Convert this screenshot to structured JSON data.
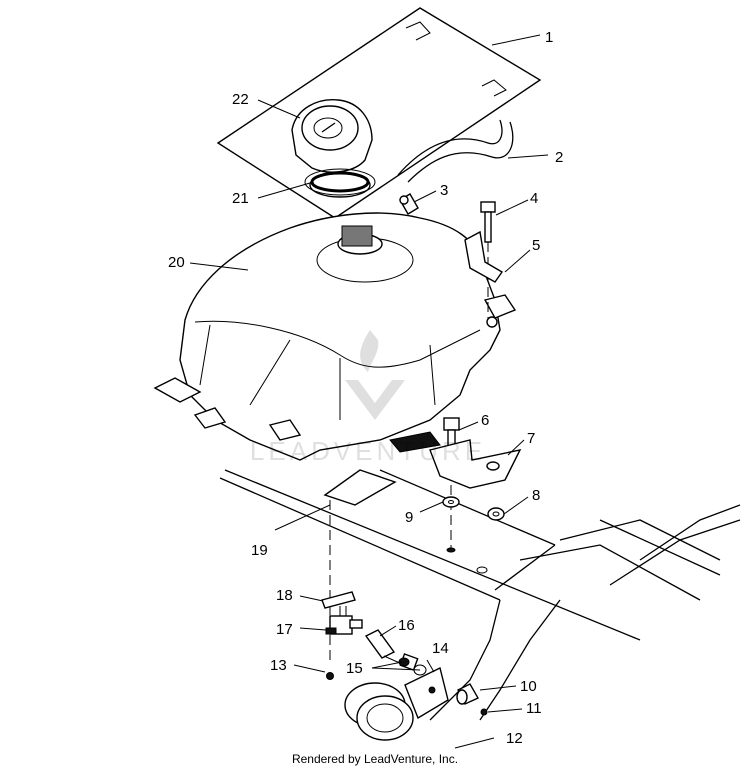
{
  "callouts": [
    {
      "label": "1"
    },
    {
      "label": "2"
    },
    {
      "label": "3"
    },
    {
      "label": "4"
    },
    {
      "label": "5"
    },
    {
      "label": "6"
    },
    {
      "label": "7"
    },
    {
      "label": "8"
    },
    {
      "label": "9"
    },
    {
      "label": "10"
    },
    {
      "label": "11"
    },
    {
      "label": "12"
    },
    {
      "label": "13"
    },
    {
      "label": "14"
    },
    {
      "label": "15"
    },
    {
      "label": "16"
    },
    {
      "label": "17"
    },
    {
      "label": "18"
    },
    {
      "label": "19"
    },
    {
      "label": "20"
    },
    {
      "label": "21"
    },
    {
      "label": "22"
    }
  ],
  "watermark": {
    "brand": "LEADVENTURE"
  },
  "credit": "Rendered by LeadVenture, Inc."
}
